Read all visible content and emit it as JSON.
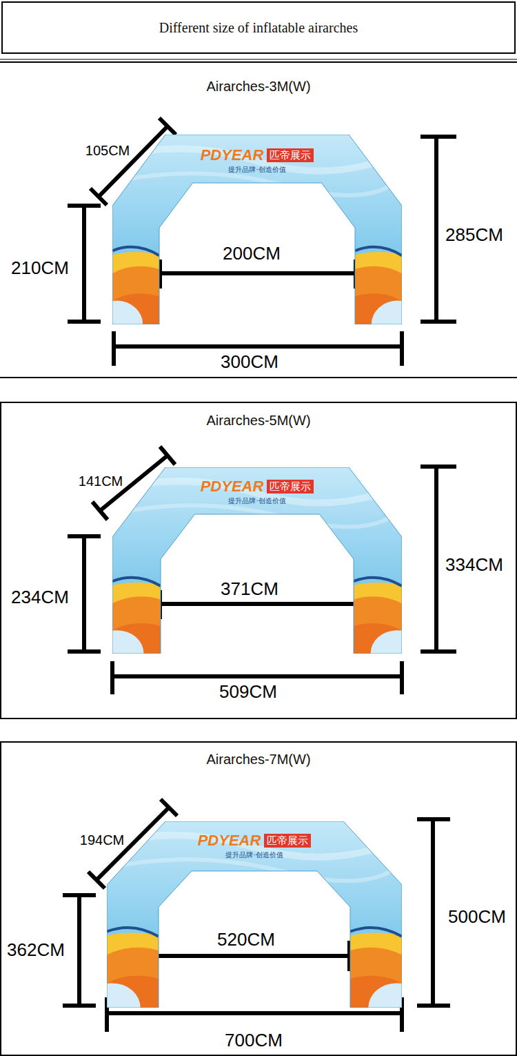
{
  "diagram": {
    "title": "Different size of inflatable airarches",
    "nodes": [
      {
        "text": [
          "Airarches-3M(W)"
        ]
      },
      {
        "text": [
          "PDYEAR",
          "匹帝展示",
          "提升品牌·创造价值"
        ],
        "in": 0
      },
      {
        "text": [
          "Airarches-5M(W)"
        ]
      },
      {
        "text": [
          "PDYEAR",
          "匹帝展示",
          "提升品牌·创造价值"
        ],
        "in": 2
      },
      {
        "text": [
          "Airarches-7M(W)"
        ]
      },
      {
        "text": [
          "PDYEAR",
          "匹帝展示",
          "提升品牌·创造价值"
        ],
        "in": 4
      }
    ],
    "labels": [
      "105CM",
      "210CM",
      "200CM",
      "285CM",
      "300CM",
      "141CM",
      "234CM",
      "371CM",
      "334CM",
      "509CM",
      "194CM",
      "362CM",
      "520CM",
      "500CM",
      "700CM"
    ]
  }
}
